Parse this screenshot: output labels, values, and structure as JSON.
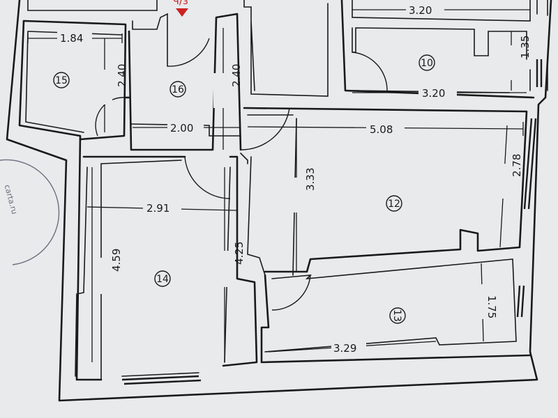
{
  "rooms": [
    {
      "id": "10",
      "label": "10"
    },
    {
      "id": "12",
      "label": "12"
    },
    {
      "id": "13",
      "label": "13"
    },
    {
      "id": "14",
      "label": "14"
    },
    {
      "id": "15",
      "label": "15"
    },
    {
      "id": "16",
      "label": "16"
    }
  ],
  "dimensions": {
    "room15_width": "1.84",
    "room15_height": "2.40",
    "room16_height": "2.40",
    "hall_width": "2.00",
    "room12_width": "5.08",
    "room12_height_left": "3.33",
    "room12_height_right": "2.78",
    "room14_width": "2.91",
    "room14_height_left": "4.59",
    "room14_height_right": "4.25",
    "room13_width": "3.29",
    "room13_height": "1.75",
    "room10_top": "3.20",
    "room10_bottom": "3.20",
    "room10_height": "1.35"
  },
  "marker": {
    "text": "ч/з",
    "color": "#cc2222"
  },
  "stamp": {
    "text": "carta.ru"
  }
}
